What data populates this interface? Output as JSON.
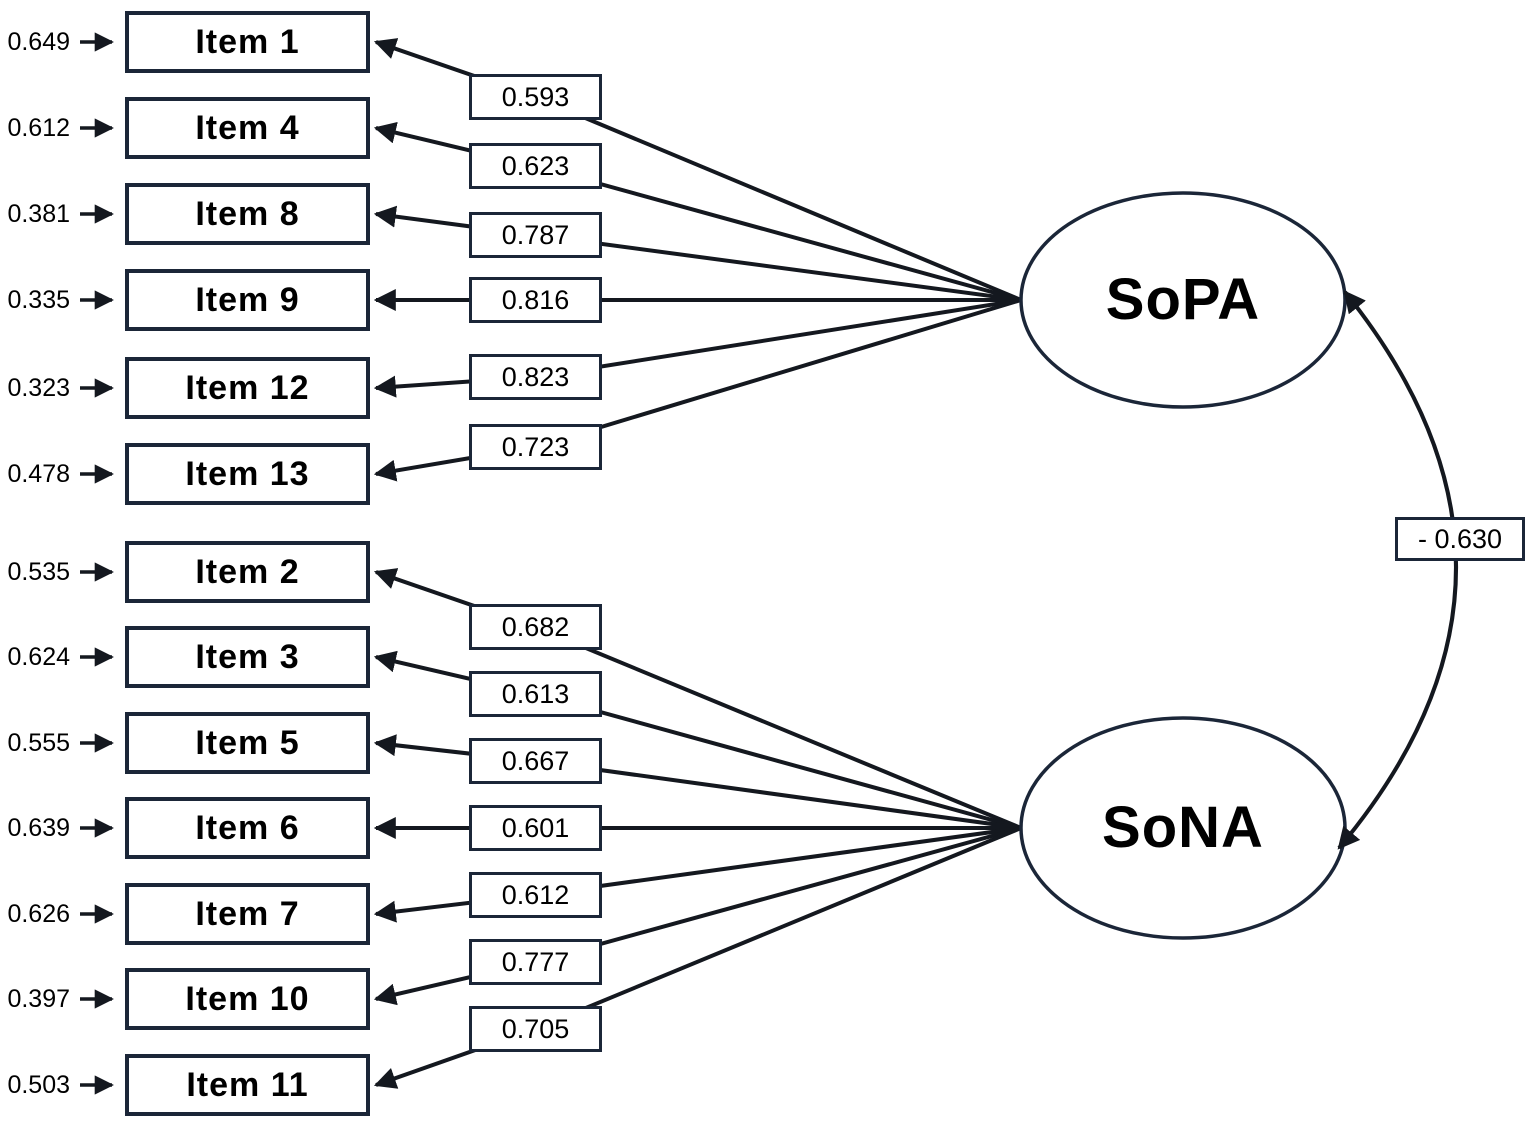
{
  "factors": [
    {
      "label": "SoPA"
    },
    {
      "label": "SoNA"
    }
  ],
  "correlation": {
    "label": "- 0.630",
    "value": -0.63
  },
  "items": [
    {
      "label": "Item 1",
      "error": "0.649",
      "loading": "0.593",
      "factor": "SoPA"
    },
    {
      "label": "Item 4",
      "error": "0.612",
      "loading": "0.623",
      "factor": "SoPA"
    },
    {
      "label": "Item 8",
      "error": "0.381",
      "loading": "0.787",
      "factor": "SoPA"
    },
    {
      "label": "Item 9",
      "error": "0.335",
      "loading": "0.816",
      "factor": "SoPA"
    },
    {
      "label": "Item 12",
      "error": "0.323",
      "loading": "0.823",
      "factor": "SoPA"
    },
    {
      "label": "Item 13",
      "error": "0.478",
      "loading": "0.723",
      "factor": "SoPA"
    },
    {
      "label": "Item 2",
      "error": "0.535",
      "loading": "0.682",
      "factor": "SoNA"
    },
    {
      "label": "Item 3",
      "error": "0.624",
      "loading": "0.613",
      "factor": "SoNA"
    },
    {
      "label": "Item 5",
      "error": "0.555",
      "loading": "0.667",
      "factor": "SoNA"
    },
    {
      "label": "Item 6",
      "error": "0.639",
      "loading": "0.601",
      "factor": "SoNA"
    },
    {
      "label": "Item 7",
      "error": "0.626",
      "loading": "0.612",
      "factor": "SoNA"
    },
    {
      "label": "Item 10",
      "error": "0.397",
      "loading": "0.777",
      "factor": "SoNA"
    },
    {
      "label": "Item 11",
      "error": "0.503",
      "loading": "0.705",
      "factor": "SoNA"
    }
  ],
  "colors": {
    "stroke": "#1b2638",
    "line": "#14181f",
    "background": "#ffffff"
  }
}
